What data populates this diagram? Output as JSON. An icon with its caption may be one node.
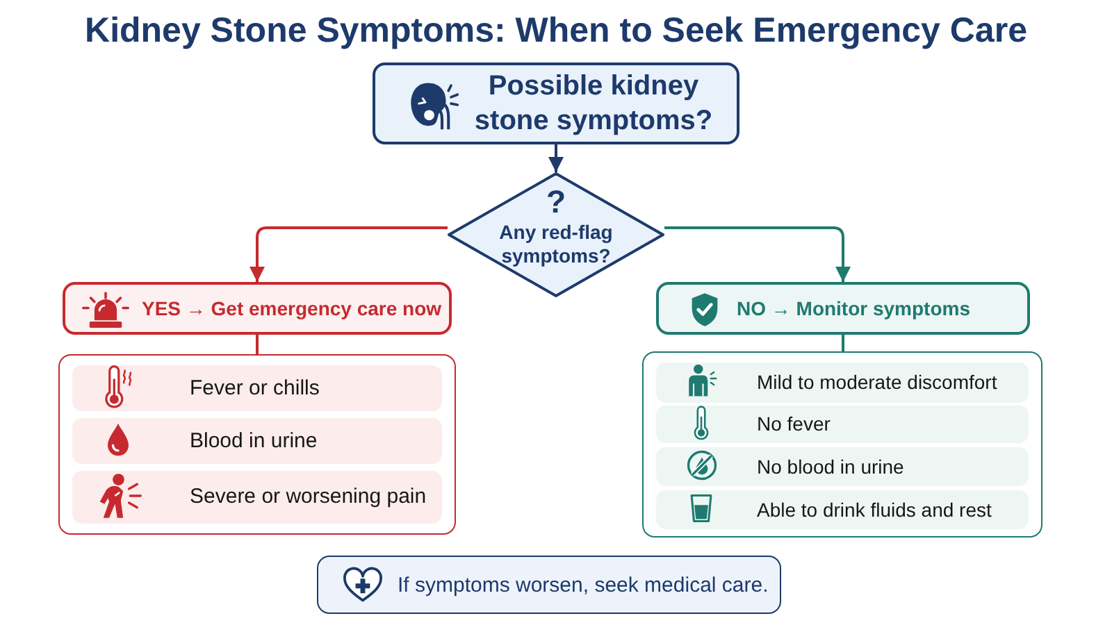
{
  "diagram": {
    "title": "Kidney Stone Symptoms: When to Seek Emergency Care",
    "nodes": [
      {
        "text": [
          "Possible kidney stone symptoms?"
        ]
      },
      {
        "text": [
          "?",
          "Any red-flag symptoms?"
        ]
      },
      {
        "text": [
          "YES → Get emergency care now"
        ]
      },
      {
        "text": [],
        "shape": "box"
      },
      {
        "text": [
          "Fever or chills"
        ],
        "in": 3
      },
      {
        "text": [
          "Blood in urine"
        ],
        "in": 3
      },
      {
        "text": [
          "Severe or worsening pain"
        ],
        "in": 3
      },
      {
        "text": [
          "NO → Monitor symptoms"
        ]
      },
      {
        "text": [],
        "shape": "box"
      },
      {
        "text": [
          "Mild to moderate discomfort"
        ],
        "in": 8
      },
      {
        "text": [
          "No fever"
        ],
        "in": 8
      },
      {
        "text": [
          "No blood in urine"
        ],
        "in": 8
      },
      {
        "text": [
          "Able to drink fluids and rest"
        ],
        "in": 8
      },
      {
        "text": [
          "If symptoms worsen, seek medical care."
        ]
      }
    ],
    "edges": [
      {
        "from": 0,
        "to": 1,
        "arrow": "to",
        "color": "#1d3a6b"
      },
      {
        "from": 1,
        "to": 2,
        "arrow": "to",
        "color": "#c62a2f"
      },
      {
        "from": 1,
        "to": 7,
        "arrow": "to",
        "color": "#1f7a70"
      },
      {
        "from": 2,
        "to": 3,
        "arrow": "none",
        "color": "#c62a2f"
      },
      {
        "from": 7,
        "to": 8,
        "arrow": "none",
        "color": "#1f7a70"
      }
    ]
  }
}
